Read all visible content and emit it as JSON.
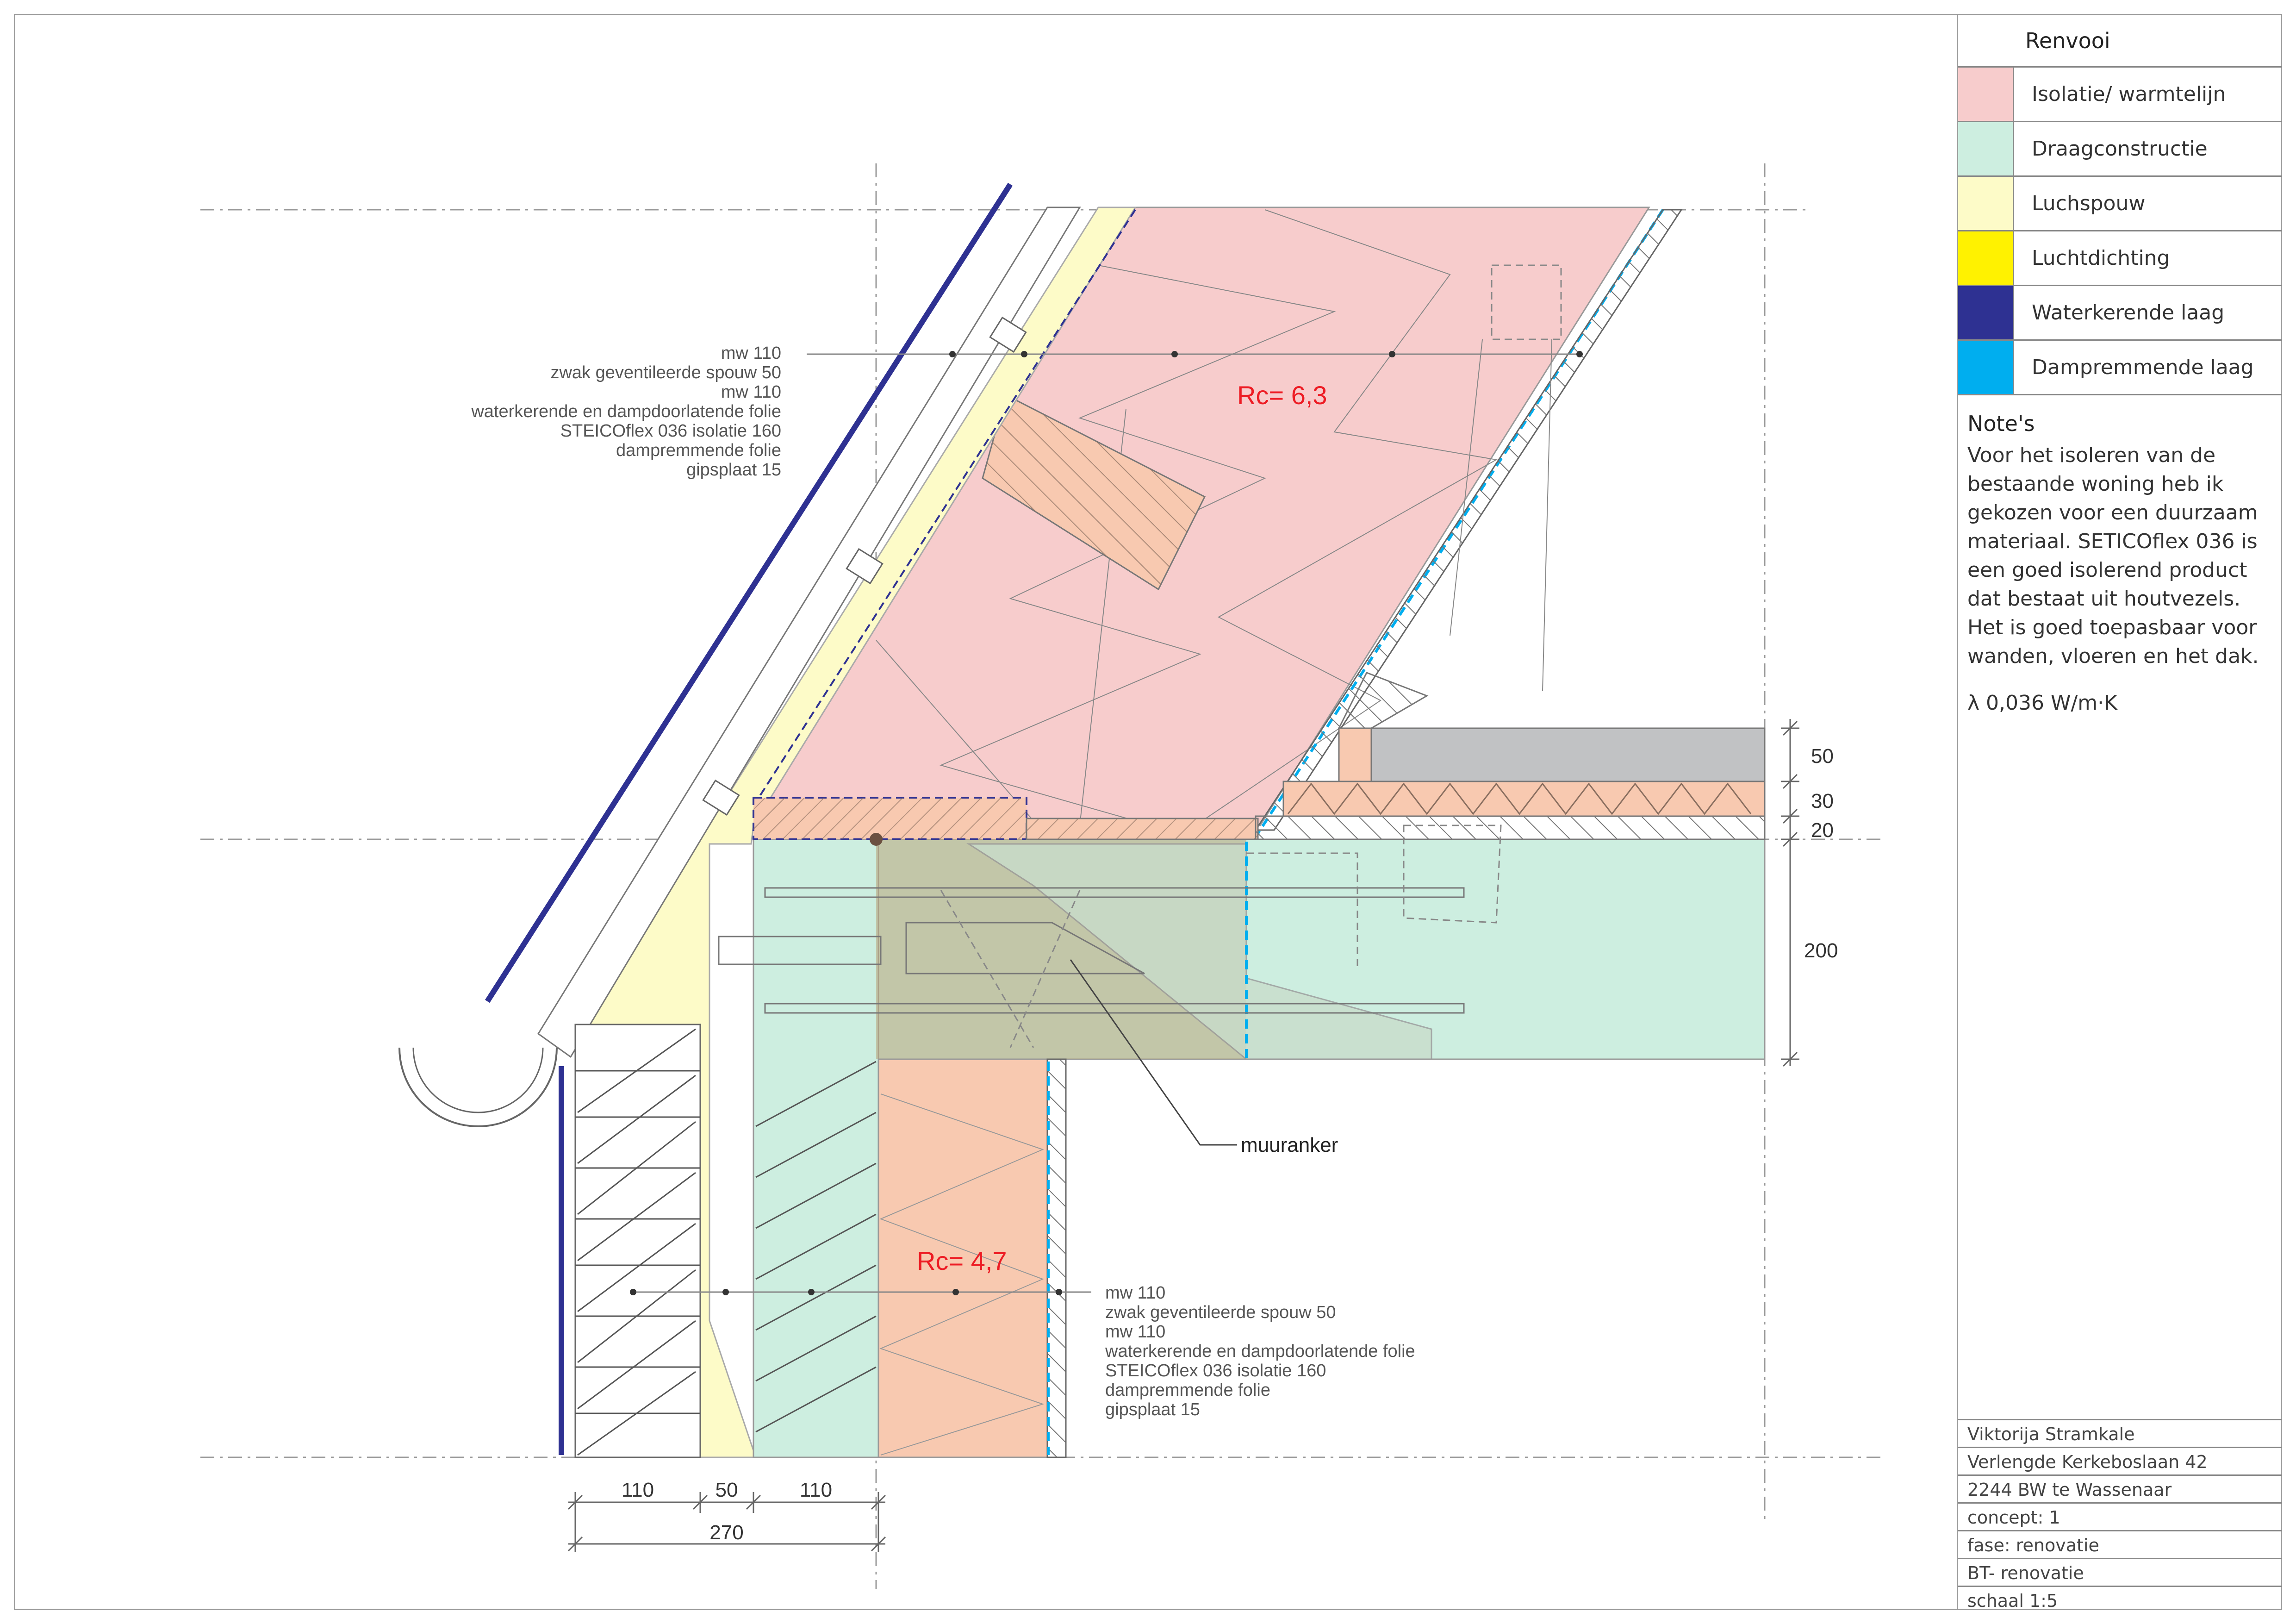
{
  "legend": {
    "title": "Renvooi",
    "items": [
      {
        "label": "Isolatie/ warmtelijn",
        "color": "#f7cccc"
      },
      {
        "label": "Draagconstructie",
        "color": "#cdeee0"
      },
      {
        "label": "Luchspouw",
        "color": "#fdfbc8"
      },
      {
        "label": "Luchtdichting",
        "color": "#fff200"
      },
      {
        "label": "Waterkerende laag",
        "color": "#2e3192"
      },
      {
        "label": "Dampremmende laag",
        "color": "#00aeef"
      }
    ]
  },
  "notes": {
    "title": "Note's",
    "text": "Voor het isoleren van de bestaande woning heb ik gekozen voor een duurzaam materiaal. SETICOflex 036 is een goed isolerend product dat bestaat uit houtvezels. Het is goed toepasbaar voor wanden, vloeren en het dak.",
    "lambda": "λ 0,036 W/m·K"
  },
  "title_block": [
    "Viktorija Stramkale",
    "Verlengde Kerkeboslaan 42",
    "2244 BW te Wassenaar",
    "concept: 1",
    "fase: renovatie",
    "BT- renovatie",
    "schaal 1:5"
  ],
  "drawing": {
    "roof_rc": "Rc= 6,3",
    "wall_rc": "Rc= 4,7",
    "anchor_label": "muuranker",
    "roof_layers": [
      "mw 110",
      "zwak geventileerde spouw 50",
      "mw 110",
      "waterkerende en dampdoorlatende folie",
      "STEICOflex 036 isolatie 160",
      "dampremmende folie",
      "gipsplaat 15"
    ],
    "wall_layers": [
      "mw 110",
      "zwak geventileerde spouw 50",
      "mw 110",
      "waterkerende en dampdoorlatende folie",
      "STEICOflex 036 isolatie 160",
      "dampremmende folie",
      "gipsplaat 15"
    ],
    "dims_right": [
      "50",
      "30",
      "20",
      "200"
    ],
    "dims_bottom": [
      "110",
      "50",
      "110",
      "270"
    ]
  }
}
